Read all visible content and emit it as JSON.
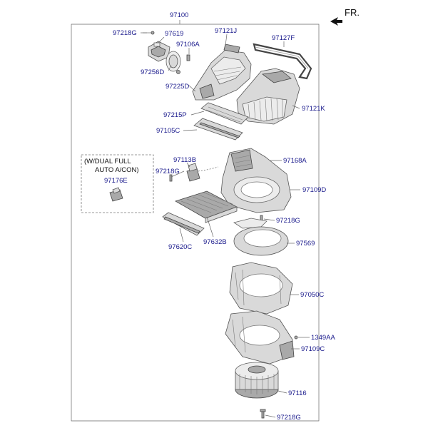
{
  "fr_label": "FR.",
  "top_part_number": "97100",
  "variant_box": {
    "line1": "(W/DUAL FULL",
    "line2": "AUTO A/CON)"
  },
  "callouts": {
    "c97218G_a": "97218G",
    "c97619": "97619",
    "c97121J": "97121J",
    "c97127F": "97127F",
    "c97106A": "97106A",
    "c97256D": "97256D",
    "c97225D": "97225D",
    "c97121K": "97121K",
    "c97215P": "97215P",
    "c97105C": "97105C",
    "c97113B": "97113B",
    "c97168A": "97168A",
    "c97218G_b": "97218G",
    "c97176E": "97176E",
    "c97109D": "97109D",
    "c97218G_c": "97218G",
    "c97620C": "97620C",
    "c97632B": "97632B",
    "c97569": "97569",
    "c97050C": "97050C",
    "c1349AA": "1349AA",
    "c97109C": "97109C",
    "c97116": "97116",
    "c97218G_d": "97218G"
  },
  "colors": {
    "callout_text": "#1a1a8c",
    "leader_line": "#666666",
    "part_fill": "#d9d9d9"
  }
}
